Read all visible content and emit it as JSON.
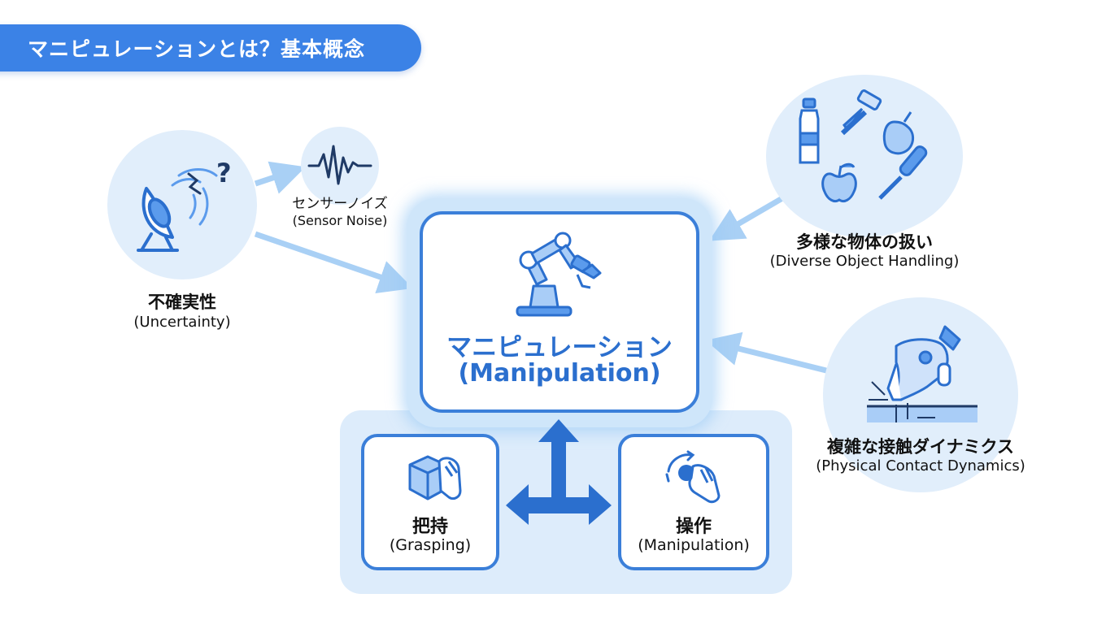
{
  "title": "マニピュレーションとは？基本概念",
  "center": {
    "label_ja": "マニピュレーション",
    "label_en": "(Manipulation)"
  },
  "uncertainty": {
    "label_ja": "不確実性",
    "label_en": "(Uncertainty)"
  },
  "sensor_noise": {
    "label_ja": "センサーノイズ",
    "label_en": "(Sensor Noise)"
  },
  "diverse_objects": {
    "label_ja": "多様な物体の扱い",
    "label_en": "(Diverse Object Handling)"
  },
  "contact_dynamics": {
    "label_ja": "複雑な接触ダイナミクス",
    "label_en": "(Physical Contact Dynamics)"
  },
  "grasping": {
    "label_ja": "把持",
    "label_en": "(Grasping)"
  },
  "manipulation_op": {
    "label_ja": "操作",
    "label_en": "(Manipulation)"
  },
  "colors": {
    "accent": "#3b7fd9",
    "banner": "#3b82e6",
    "light": "#e1eefb",
    "arrow": "#a9d0f5"
  },
  "icons": [
    "satellite-dish-icon",
    "question-mark-icon",
    "waveform-icon",
    "robot-arm-icon",
    "bottle-icon",
    "screw-icon",
    "pear-icon",
    "apple-icon",
    "screwdriver-icon",
    "robot-hand-icon",
    "grasp-cube-icon",
    "rotate-knob-icon",
    "four-way-arrow-icon"
  ]
}
